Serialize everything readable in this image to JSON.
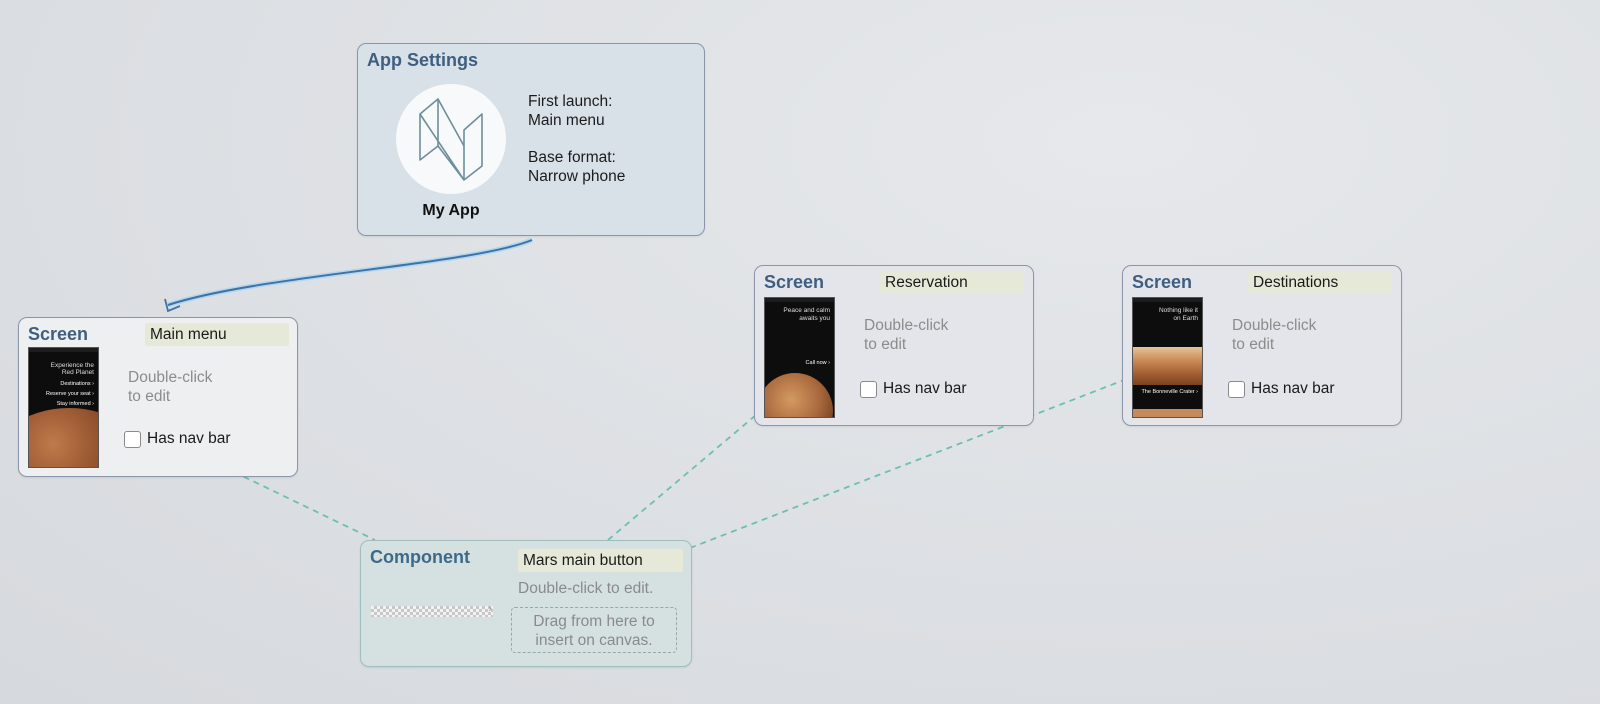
{
  "app_settings": {
    "title": "App Settings",
    "app_name": "My App",
    "first_launch_label": "First launch:",
    "first_launch_value": "Main menu",
    "base_format_label": "Base format:",
    "base_format_value": "Narrow phone"
  },
  "screens": [
    {
      "type_label": "Screen",
      "name": "Main menu",
      "hint_line1": "Double-click",
      "hint_line2": "to edit",
      "nav_bar_label": "Has nav bar",
      "has_nav_bar": false,
      "thumb_lines": [
        "Experience the",
        "Red Planet",
        "Destinations ›",
        "Reserve your seat ›",
        "Stay informed ›"
      ]
    },
    {
      "type_label": "Screen",
      "name": "Reservation",
      "hint_line1": "Double-click",
      "hint_line2": "to edit",
      "nav_bar_label": "Has nav bar",
      "has_nav_bar": false,
      "thumb_lines": [
        "Peace and calm",
        "awaits you",
        "Call now ›"
      ]
    },
    {
      "type_label": "Screen",
      "name": "Destinations",
      "hint_line1": "Double-click",
      "hint_line2": "to edit",
      "nav_bar_label": "Has nav bar",
      "has_nav_bar": false,
      "thumb_lines": [
        "Nothing like it",
        "on Earth",
        "The Bonneville Crater ›"
      ]
    }
  ],
  "component": {
    "type_label": "Component",
    "name": "Mars main button",
    "hint": "Double-click to edit.",
    "drag_line1": "Drag from here to",
    "drag_line2": "insert on canvas."
  },
  "colors": {
    "card_title": "#3e5f80",
    "connector": "#6cbfb3",
    "arrow": "#3f72a8",
    "name_field_bg": "#e6e8d8"
  }
}
